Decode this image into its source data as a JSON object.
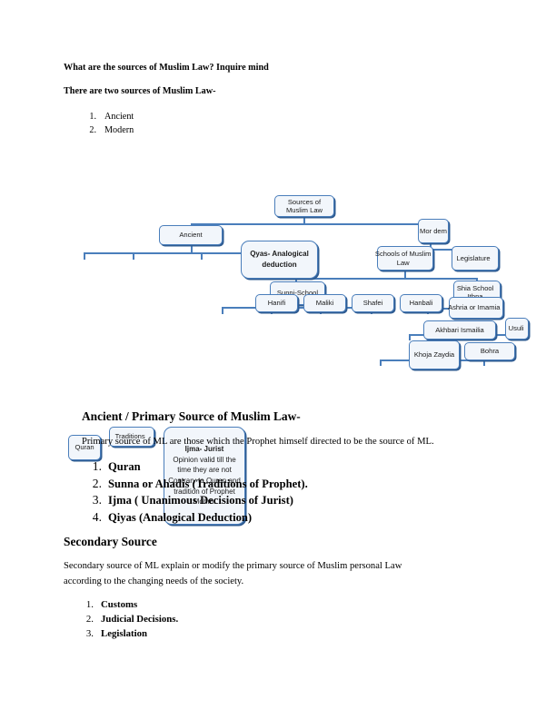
{
  "document": {
    "intro_line_1": "What are the sources of Muslim Law? Inquire mind",
    "intro_line_2": "There are two sources of Muslim Law-",
    "top_list": [
      {
        "num": "1.",
        "label": "Ancient"
      },
      {
        "num": "2.",
        "label": "Modern"
      }
    ],
    "primary_heading": "Ancient / Primary Source of Muslim Law-",
    "primary_intro": "Primary source of ML are those which the Prophet himself directed to be the source of ML.",
    "primary_list": [
      {
        "num": "1.",
        "label": "Quran"
      },
      {
        "num": "2.",
        "label": "Sunna or Ahadis (Traditions of Prophet)."
      },
      {
        "num": "3.",
        "label": "Ijma ( Unanimous Decisions of Jurist)"
      },
      {
        "num": "4.",
        "label": "Qiyas (Analogical Deduction)"
      }
    ],
    "secondary_heading": "Secondary Source",
    "secondary_intro_line_1": "Secondary source of ML explain or modify the primary source of Muslim personal Law",
    "secondary_intro_line_2": "according to the changing needs of the society.",
    "secondary_list": [
      {
        "num": "1.",
        "label": "Customs"
      },
      {
        "num": "2.",
        "label": "Judicial Decisions."
      },
      {
        "num": "3.",
        "label": "Legislation"
      }
    ]
  },
  "diagram": {
    "title": "Sources of Muslim Law hierarchy",
    "colors": {
      "node_border": "#4a7ebb",
      "node_fill": "#f2f6fb",
      "node_shadow": "#2f5c92",
      "connector": "#4a7ebb"
    },
    "nodes": {
      "root": "Sources of Muslim Law",
      "ancient": "Ancient",
      "quran": "Quran",
      "traditions": "Traditions",
      "ijma_title": "Ijma- Jurist",
      "ijma_body": "Opinion valid till the time they are not Contrary to Quran and tradition of Prophet Mohm.",
      "qyas": "Qyas- Analogical deduction",
      "modern": "Mor dem",
      "schools_of_muslim_law": "Schools of Muslim Law",
      "legislature": "Legislature",
      "sunni_school": "Sunni-School",
      "hanifi": "Hanifi",
      "maliki": "Maliki",
      "shafei": "Shafei",
      "hanbali": "Hanbali",
      "shia_school_ithna": "Shia School Ithna",
      "ashria_or_imamia": "Ashria or Imamia",
      "akhbari_ismailia": "Akhbari Ismailia",
      "usuli": "Usuli",
      "khoja_zaydia": "Khoja Zaydia",
      "bohra": "Bohra"
    }
  }
}
